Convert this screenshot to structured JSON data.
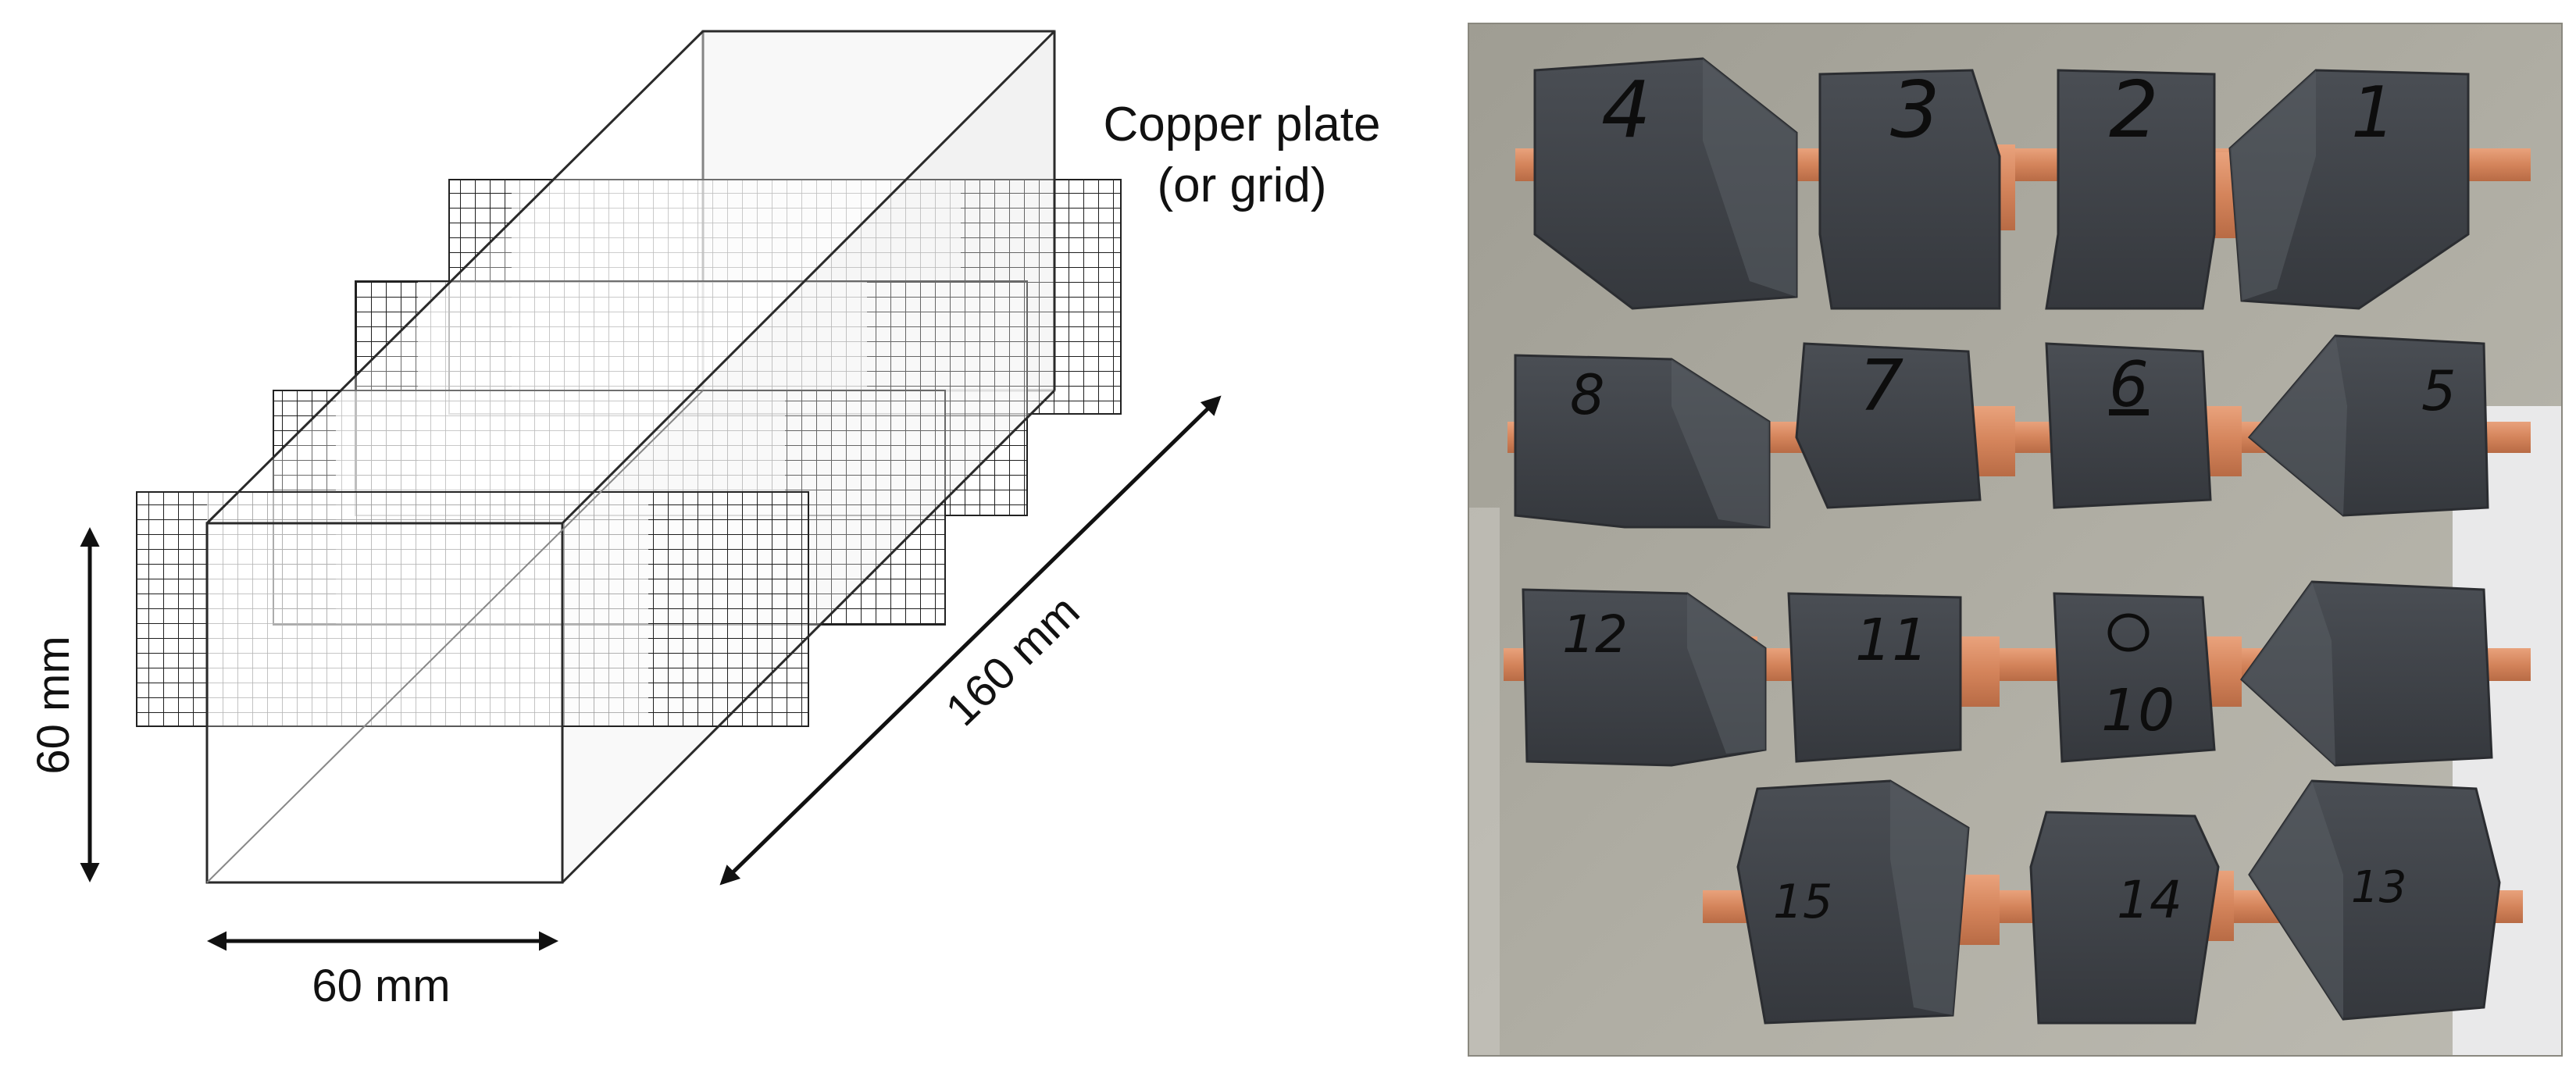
{
  "diagram": {
    "label_copper_line1": "Copper plate",
    "label_copper_line2": "(or grid)",
    "dim_height": "60 mm",
    "dim_width": "60 mm",
    "dim_length": "160 mm"
  },
  "photo": {
    "specimens": [
      {
        "label": "4",
        "row": 1,
        "position": 1
      },
      {
        "label": "3",
        "row": 1,
        "position": 2
      },
      {
        "label": "2",
        "row": 1,
        "position": 3
      },
      {
        "label": "1",
        "row": 1,
        "position": 4
      },
      {
        "label": "8",
        "row": 2,
        "position": 1
      },
      {
        "label": "7",
        "row": 2,
        "position": 2
      },
      {
        "label": "6",
        "row": 2,
        "position": 3
      },
      {
        "label": "5",
        "row": 2,
        "position": 4
      },
      {
        "label": "12",
        "row": 3,
        "position": 1
      },
      {
        "label": "11",
        "row": 3,
        "position": 2
      },
      {
        "label": "10",
        "row": 3,
        "position": 3
      },
      {
        "label": "15",
        "row": 4,
        "position": 1
      },
      {
        "label": "14",
        "row": 4,
        "position": 2
      },
      {
        "label": "13",
        "row": 4,
        "position": 3
      }
    ]
  },
  "colors": {
    "specimen": "#3f4349",
    "copper": "#d98a62",
    "background_board": "#aaa79c"
  }
}
